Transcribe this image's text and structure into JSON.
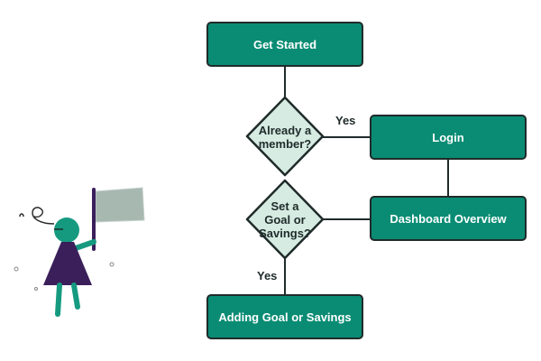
{
  "colors": {
    "box_fill": "#0a8c74",
    "diamond_fill": "#d6ebe2",
    "outline": "#1f2b2a",
    "figure_purple": "#3b1f5b",
    "figure_green": "#159a80",
    "flag_gray": "#a7b8b1"
  },
  "nodes": {
    "get_started": "Get Started",
    "already_member": "Already a\nmember?",
    "login": "Login",
    "set_goal": "Set a\nGoal or\nSavings?",
    "dashboard": "Dashboard Overview",
    "adding_goal": "Adding Goal or Savings"
  },
  "edges": {
    "yes_to_login": "Yes",
    "yes_to_adding": "Yes"
  },
  "illustration": "flag-girl-icon"
}
